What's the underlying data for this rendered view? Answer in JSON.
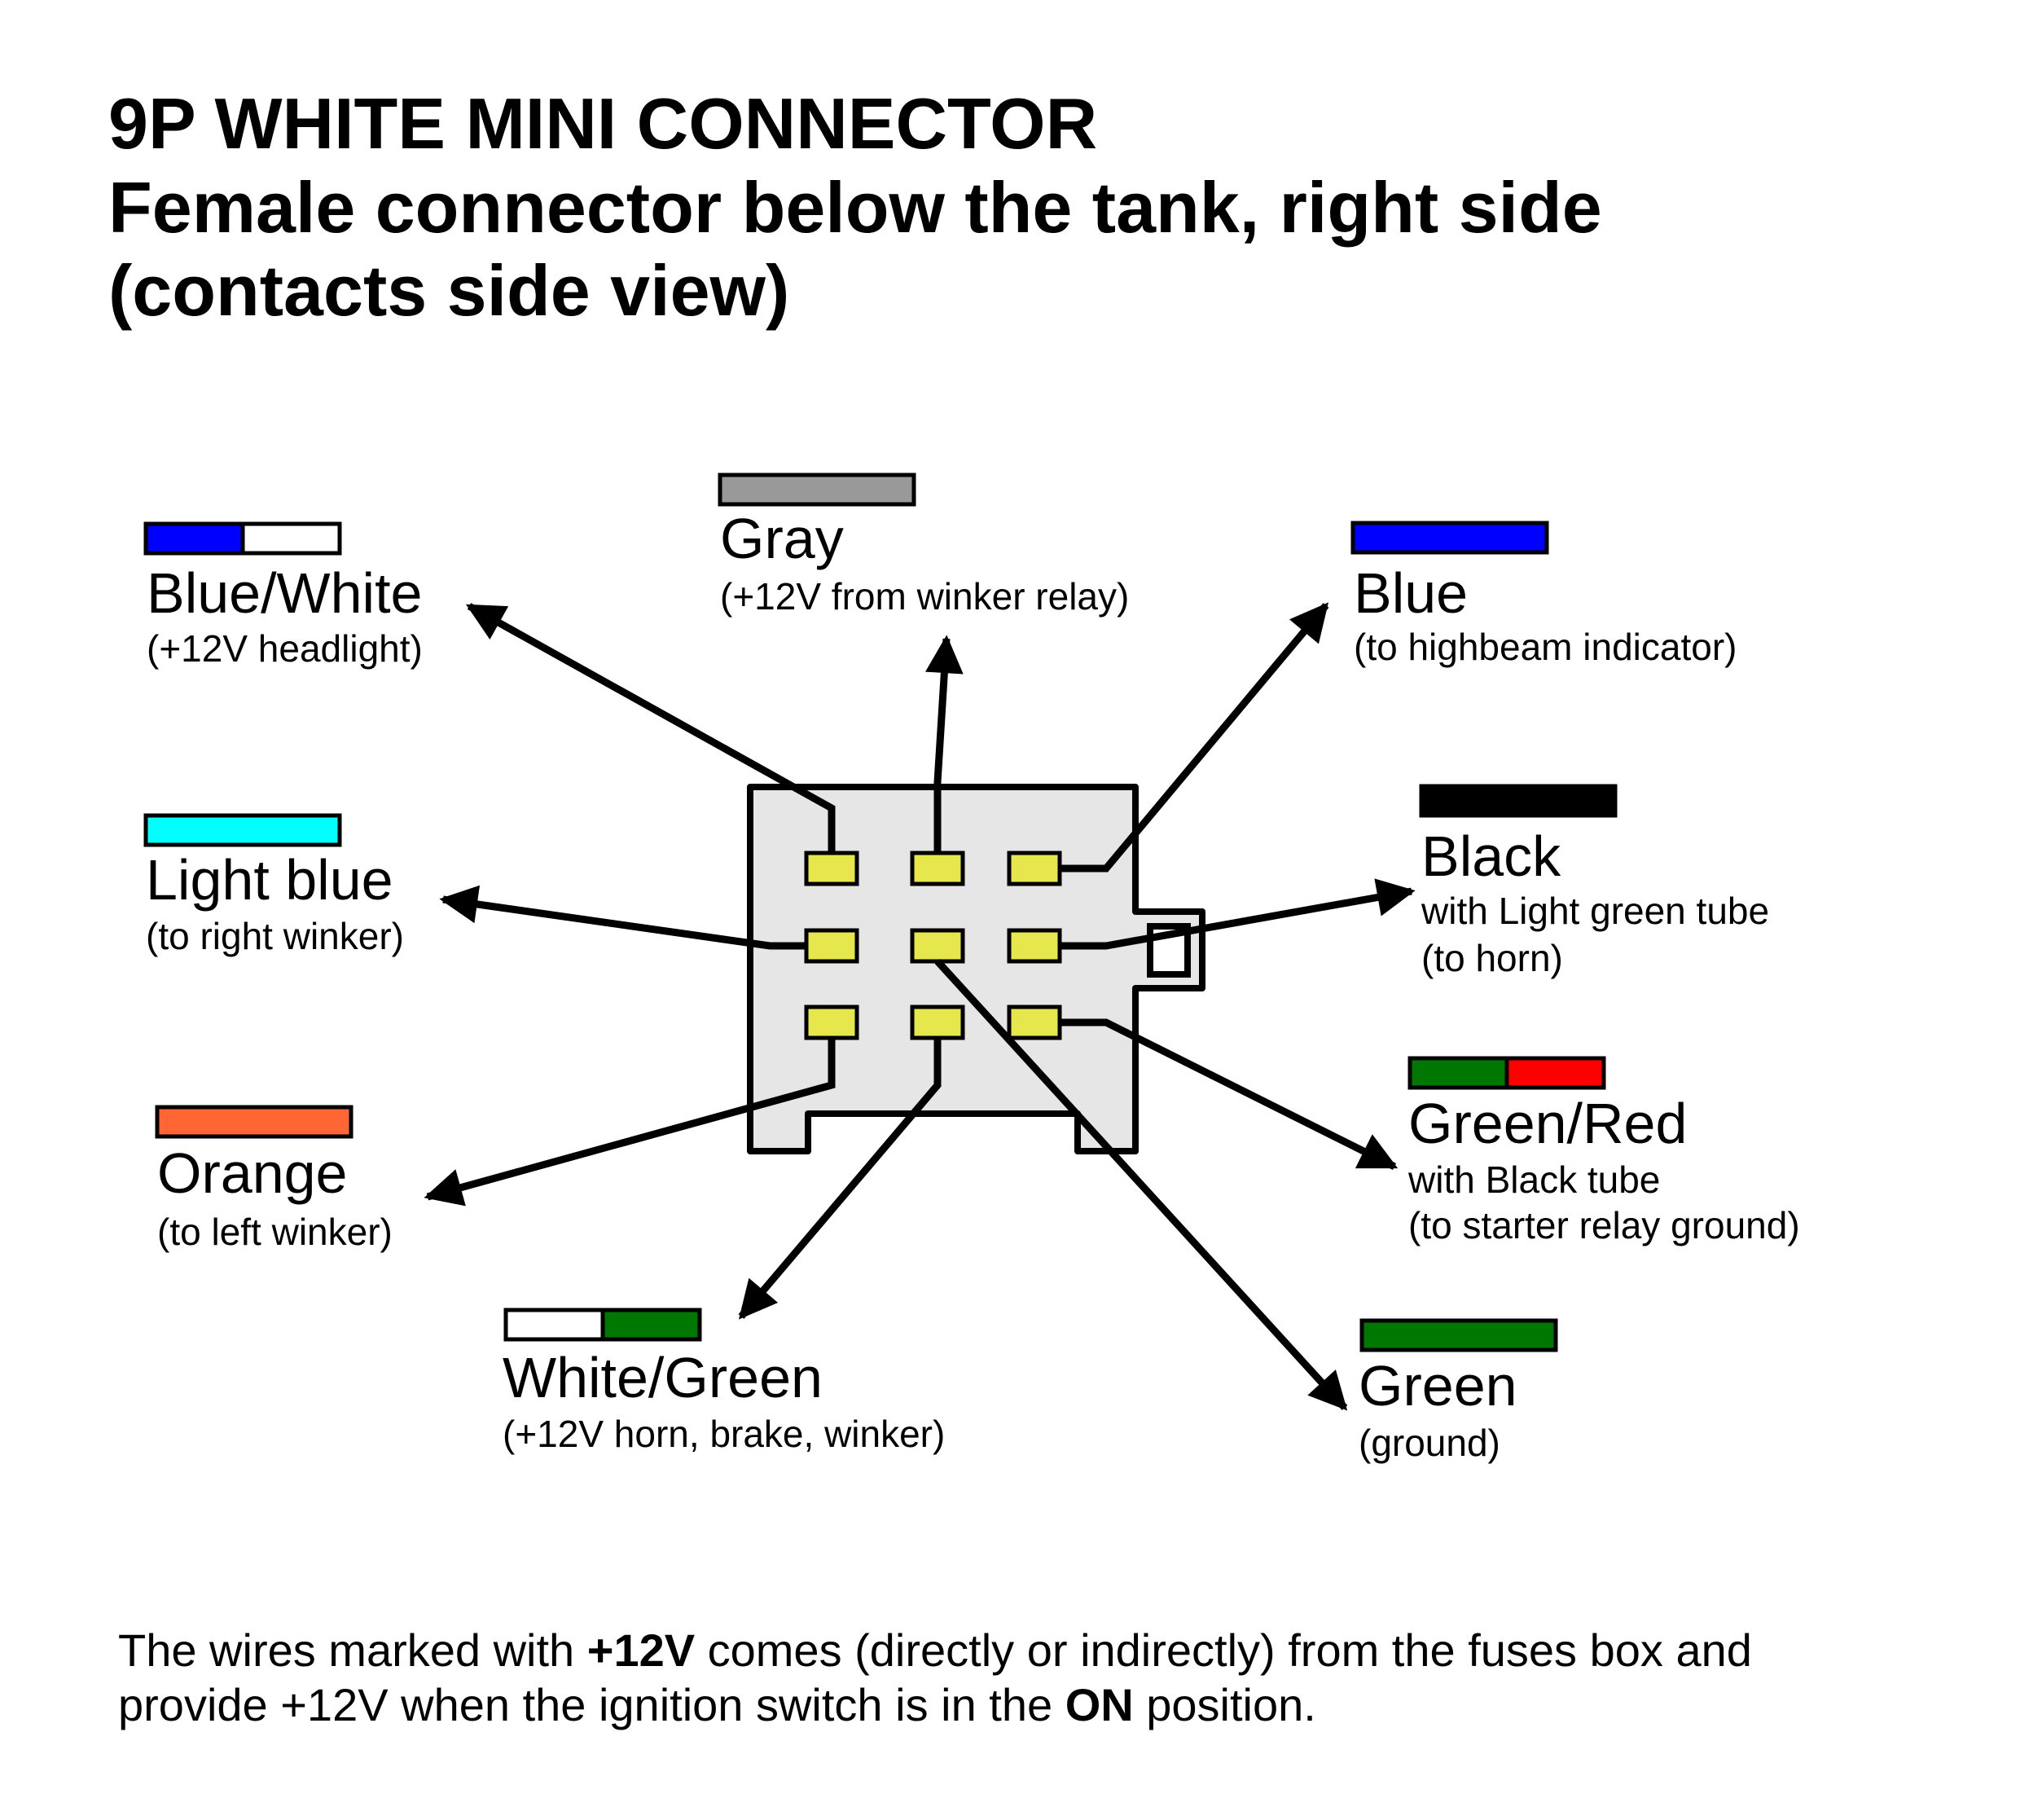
{
  "title": {
    "line1": "9P WHITE MINI CONNECTOR",
    "line2": "Female connector below the tank, right side",
    "line3": "(contacts side view)"
  },
  "colors": {
    "connector_body": "#e6e6e6",
    "pin": "#e6e64d",
    "outline": "#000000"
  },
  "wires": [
    {
      "id": "blue-white",
      "name": "Blue/White",
      "desc": [
        "(+12V headlight)"
      ],
      "swatch": [
        "#0000ff",
        "#ffffff"
      ],
      "pin": 1
    },
    {
      "id": "gray",
      "name": "Gray",
      "desc": [
        "(+12V from winker relay)"
      ],
      "swatch": [
        "#999999"
      ],
      "pin": 2
    },
    {
      "id": "blue",
      "name": "Blue",
      "desc": [
        "(to highbeam indicator)"
      ],
      "swatch": [
        "#0000ff"
      ],
      "pin": 3
    },
    {
      "id": "light-blue",
      "name": "Light blue",
      "desc": [
        "(to right winker)"
      ],
      "swatch": [
        "#00ffff"
      ],
      "pin": 4
    },
    {
      "id": "green",
      "name": "Green",
      "desc": [
        "(ground)"
      ],
      "swatch": [
        "#007700"
      ],
      "pin": 5
    },
    {
      "id": "black",
      "name": "Black",
      "desc": [
        "with Light green tube",
        "(to horn)"
      ],
      "swatch": [
        "#000000"
      ],
      "pin": 6
    },
    {
      "id": "orange",
      "name": "Orange",
      "desc": [
        "(to left winker)"
      ],
      "swatch": [
        "#ff6633"
      ],
      "pin": 7
    },
    {
      "id": "white-green",
      "name": "White/Green",
      "desc": [
        "(+12V horn, brake, winker)"
      ],
      "swatch": [
        "#ffffff",
        "#007700"
      ],
      "pin": 8
    },
    {
      "id": "green-red",
      "name": "Green/Red",
      "desc": [
        "with Black tube",
        "(to starter relay ground)"
      ],
      "swatch": [
        "#007700",
        "#ff0000"
      ],
      "pin": 9
    }
  ],
  "note": {
    "line1_a": "The wires marked with ",
    "line1_b": "+12V",
    "line1_c": " comes (directly or indirectly) from the fuses box and",
    "line2_a": "provide +12V when the ignition switch is in the ",
    "line2_b": "ON",
    "line2_c": " position."
  }
}
